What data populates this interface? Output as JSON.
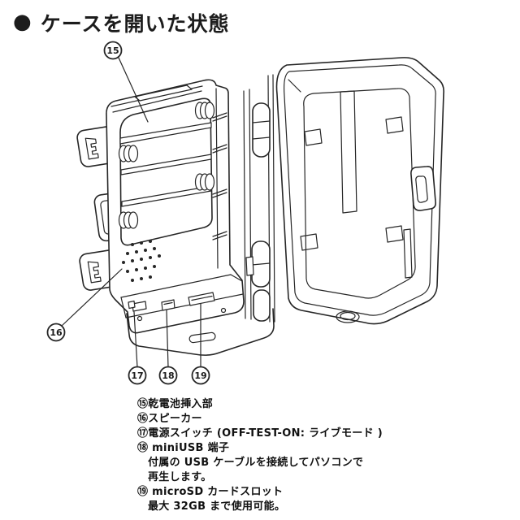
{
  "header": {
    "bullet": "●",
    "title": "ケースを開いた状態"
  },
  "diagram": {
    "alt": "ケースを開いた状態のトレイルカメラの線画。左側に乾電池挿入部・スピーカー・底面の端子類、右側に開いたカバー内側。",
    "callouts": [
      {
        "num": "15"
      },
      {
        "num": "16"
      },
      {
        "num": "17"
      },
      {
        "num": "18"
      },
      {
        "num": "19"
      }
    ]
  },
  "legend": {
    "lines": [
      {
        "text": "⑮乾電池挿入部"
      },
      {
        "text": "⑯スピーカー"
      },
      {
        "text": "⑰電源スイッチ (OFF-TEST-ON: ライブモード )"
      },
      {
        "text": "⑱ miniUSB 端子"
      },
      {
        "text": "付属の USB ケーブルを接続してパソコンで"
      },
      {
        "text": "再生します。"
      },
      {
        "text": "⑲ microSD カードスロット"
      },
      {
        "text": "最大 32GB まで使用可能。"
      }
    ]
  },
  "colors": {
    "background": "#ffffff",
    "line": "#262626",
    "text": "#1a1a1a"
  }
}
